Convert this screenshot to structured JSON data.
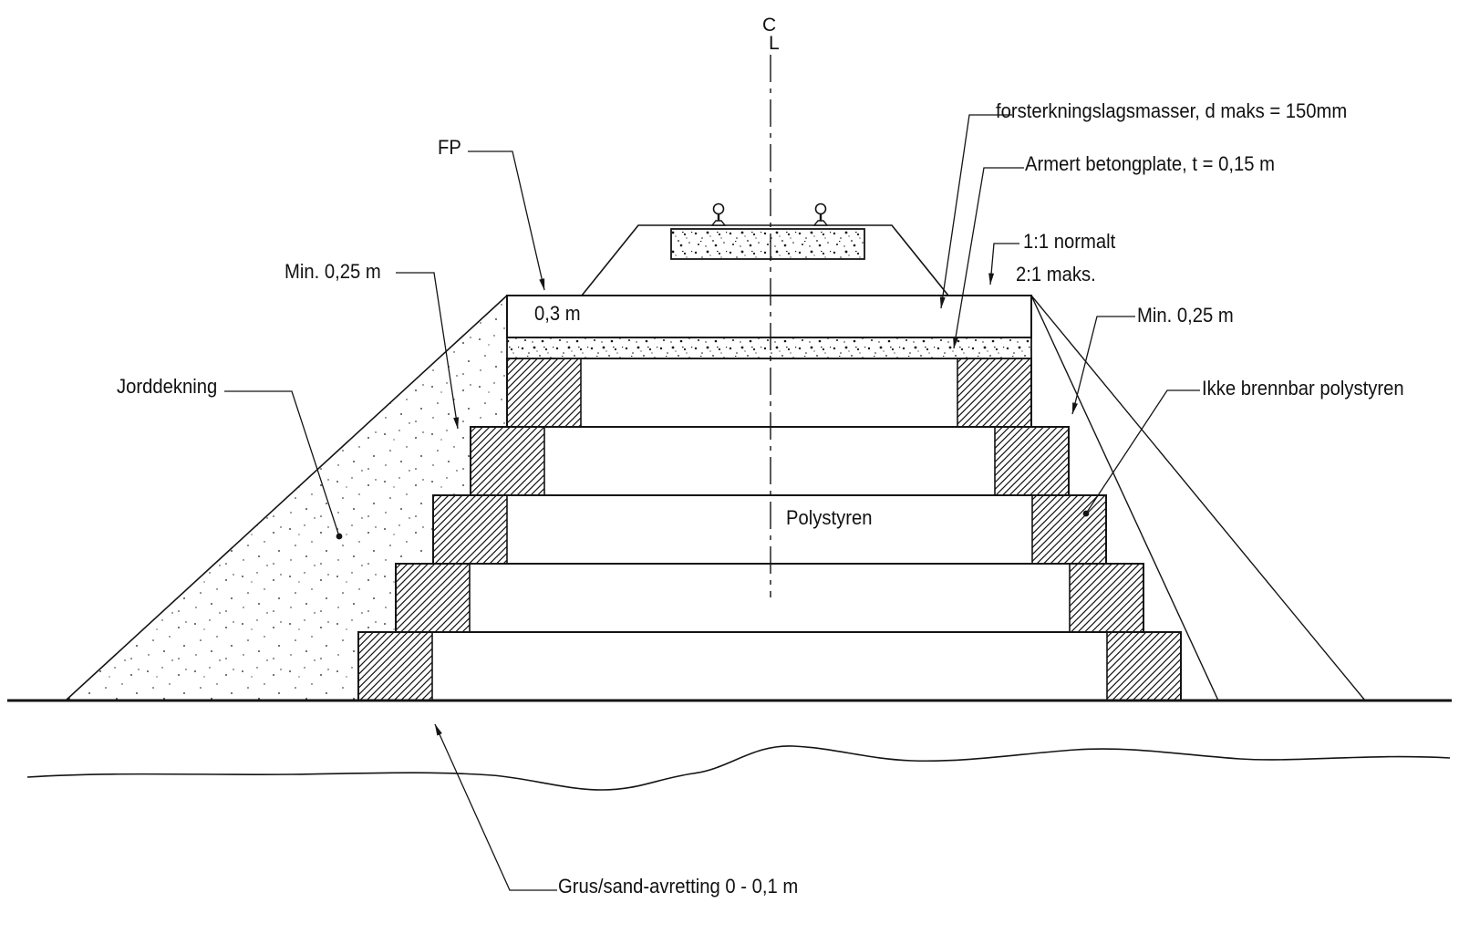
{
  "drawing": {
    "kind": "embankment-cross-section",
    "line_color": "#141414",
    "background": "#ffffff",
    "labels": {
      "cl_top": "C",
      "cl_bottom": "L",
      "fp": "FP",
      "forsterkning": "forsterkningslagsmasser, d maks = 150mm",
      "betongplate": "Armert betongplate, t = 0,15 m",
      "slope_normal": "1:1 normalt",
      "slope_max": "2:1 maks.",
      "min_025_left": "Min. 0,25 m",
      "min_025_right": "Min. 0,25 m",
      "band_03": "0,3 m",
      "jorddekning": "Jorddekning",
      "ikke_brennbar": "Ikke brennbar polystyren",
      "polystyren": "Polystyren",
      "grus": "Grus/sand-avretting 0 - 0,1 m"
    },
    "layers": {
      "polystyrene_layer_count": 5,
      "top_layer_thickness": "0,3 m",
      "concrete_plate_thickness": "t = 0,15 m",
      "reinforcement_max_grain": "d maks = 150mm",
      "edge_block_min_width": "Min. 0,25 m",
      "soil_cover_label": "Jorddekning",
      "leveling_layer": "Grus/sand-avretting 0 - 0,1 m",
      "slopes": [
        "1:1 normalt",
        "2:1 maks."
      ]
    }
  }
}
